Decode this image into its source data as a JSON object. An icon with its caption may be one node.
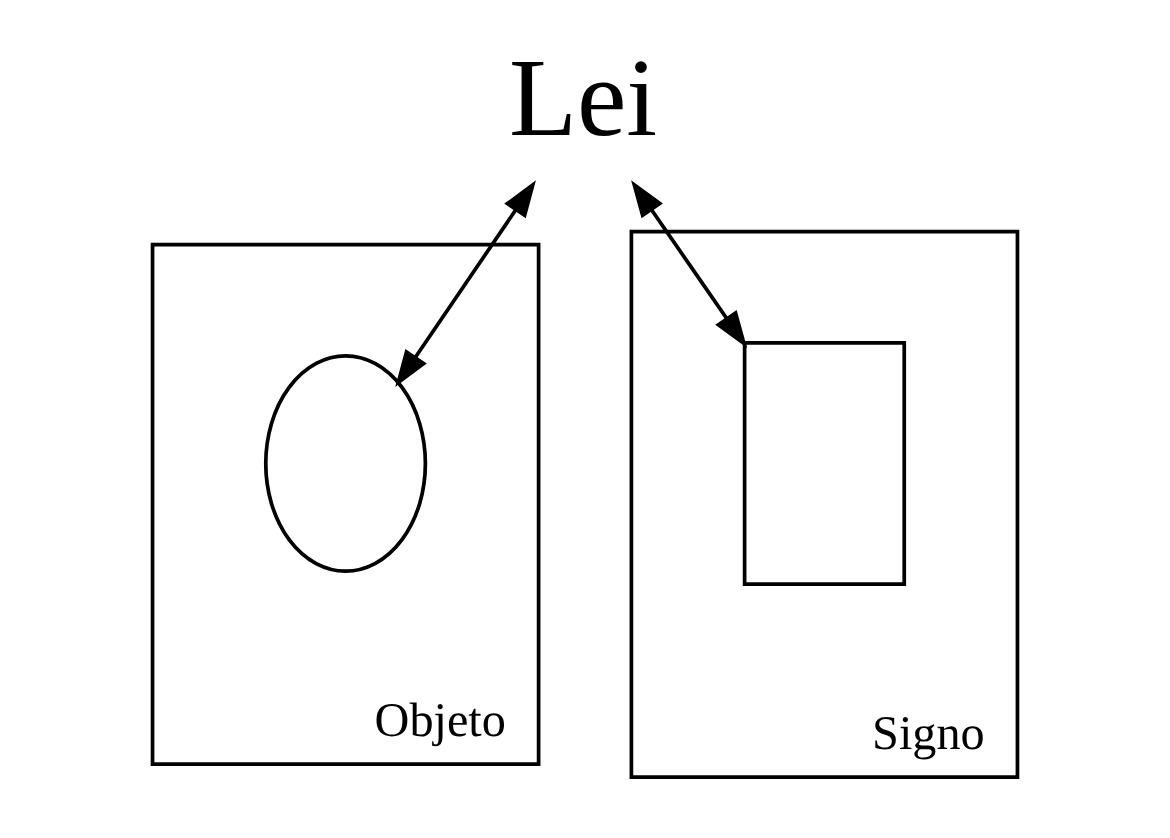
{
  "diagram": {
    "nodes": [
      {
        "text": [
          "Lei"
        ]
      },
      {
        "text": [
          "Objeto"
        ]
      },
      {
        "text": [],
        "shape": "blob",
        "in": 1
      },
      {
        "text": [
          "Signo"
        ]
      },
      {
        "text": [],
        "shape": "box",
        "in": 3
      }
    ],
    "edges": [
      {
        "from": 0,
        "to": 2,
        "arrow": "both"
      },
      {
        "from": 0,
        "to": 4,
        "arrow": "both"
      }
    ]
  }
}
